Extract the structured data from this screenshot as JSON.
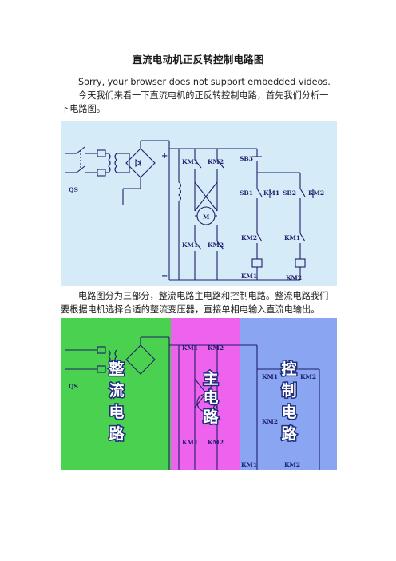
{
  "title": "直流电动机正反转控制电路图",
  "paragraphs": [
    "Sorry, your browser does not support embedded videos.",
    "今天我们来看一下直流电机的正反转控制电路，首先我们分析一下电路图。",
    "电路图分为三部分，整流电路主电路和控制电路。整流电路我们要根据电机选择合适的整流变压器，直接单相电输入直流电输出。"
  ],
  "figure1": {
    "labels": {
      "qs": "QS",
      "km1": "KM1",
      "km2": "KM2",
      "sb3": "SB3",
      "sb1": "SB1",
      "sb2": "SB2",
      "motor": "M",
      "plus": "+",
      "minus": "−"
    }
  },
  "figure2": {
    "section_labels": {
      "rectifier": [
        "整",
        "流",
        "电",
        "路"
      ],
      "main": [
        "主",
        "电",
        "路"
      ],
      "control": [
        "控",
        "制",
        "电",
        "路"
      ]
    },
    "colors": {
      "rectifier": "#49d14f",
      "main": "#ee63ee",
      "control": "#8aa6f2"
    }
  }
}
